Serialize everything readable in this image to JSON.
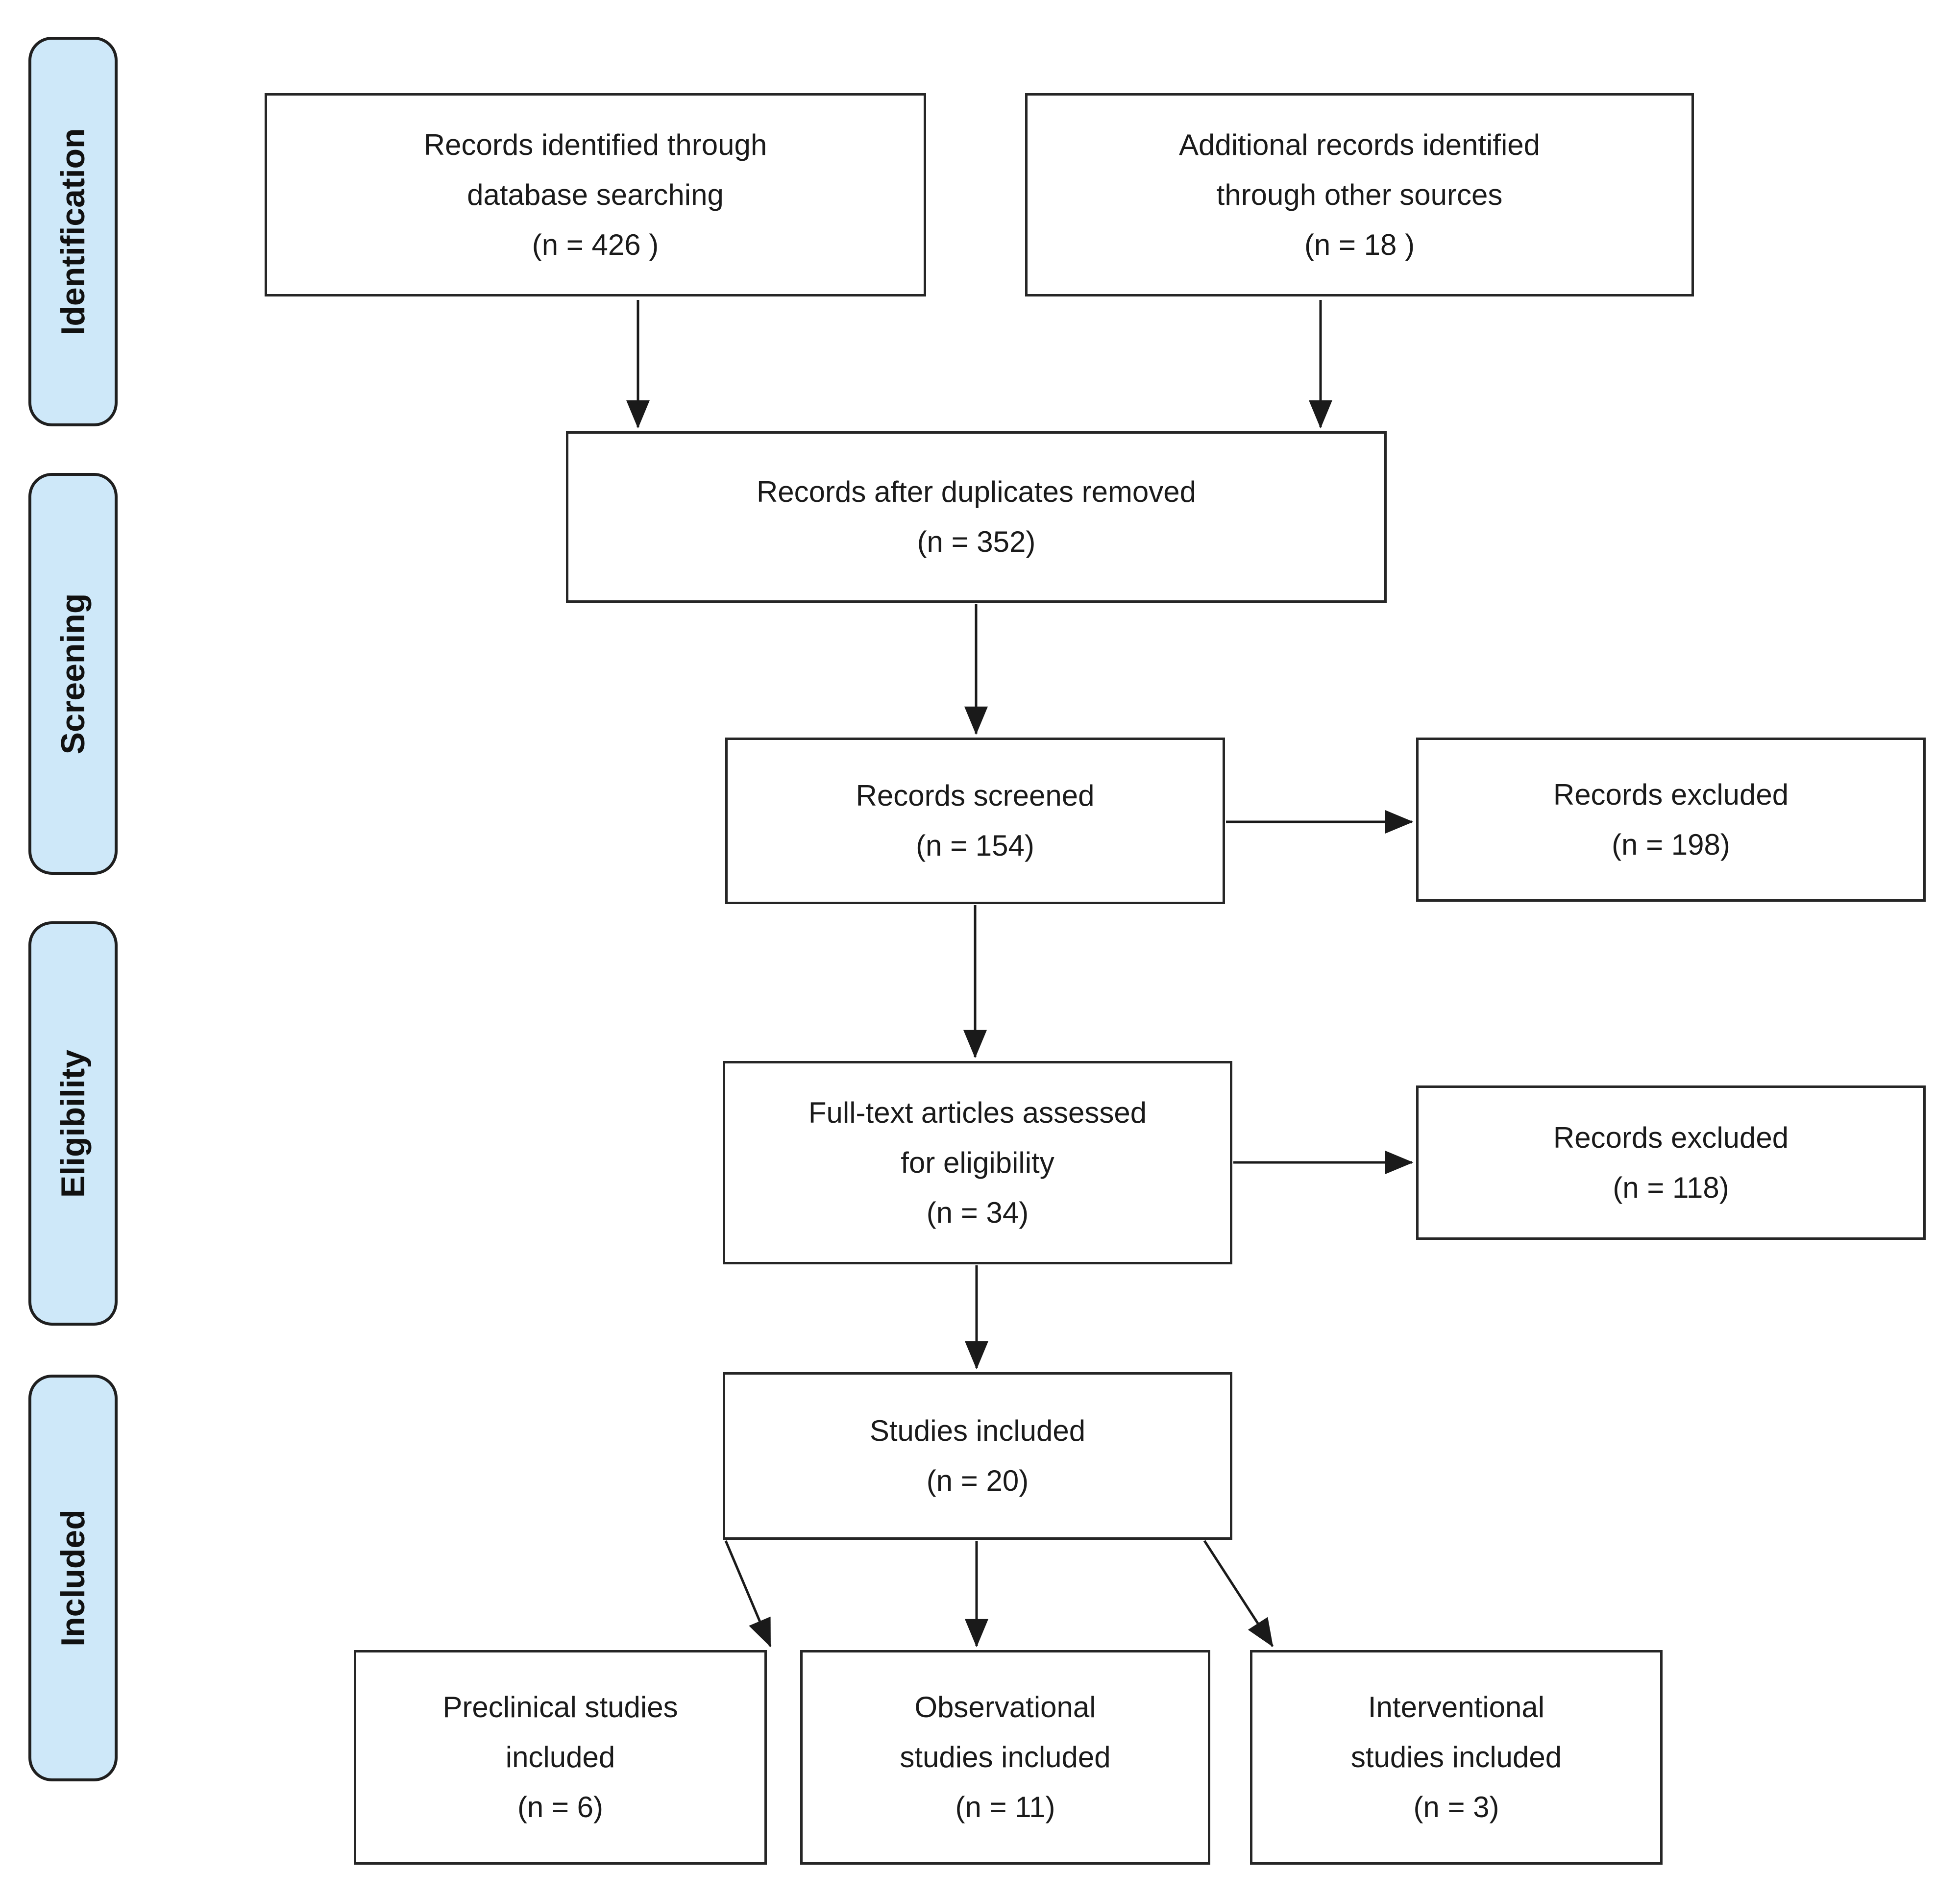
{
  "figure": {
    "type": "prisma-flow-diagram",
    "stages": [
      {
        "id": "identification",
        "label": "Identification"
      },
      {
        "id": "screening",
        "label": "Screening"
      },
      {
        "id": "eligibility",
        "label": "Eligibility"
      },
      {
        "id": "included",
        "label": "Included"
      }
    ],
    "boxes": [
      {
        "id": "records-db",
        "n": 426,
        "lines": [
          "Records identified through",
          "database searching",
          "(n = 426 )"
        ]
      },
      {
        "id": "records-other",
        "n": 18,
        "lines": [
          "Additional records identified",
          "through other sources",
          "(n = 18 )"
        ]
      },
      {
        "id": "duplicates-removed",
        "n": 352,
        "lines": [
          "Records after duplicates removed",
          "(n = 352)"
        ]
      },
      {
        "id": "records-screened",
        "n": 154,
        "lines": [
          "Records screened",
          "(n = 154)"
        ]
      },
      {
        "id": "records-excluded-screening",
        "n": 198,
        "lines": [
          "Records excluded",
          "(n = 198)"
        ]
      },
      {
        "id": "fulltext-assessed",
        "n": 34,
        "lines": [
          "Full-text articles assessed",
          "for eligibility",
          "(n = 34)"
        ]
      },
      {
        "id": "records-excluded-fulltext",
        "n": 118,
        "lines": [
          "Records excluded",
          "(n = 118)"
        ]
      },
      {
        "id": "studies-included",
        "n": 20,
        "lines": [
          "Studies included",
          "(n = 20)"
        ]
      },
      {
        "id": "preclinical-included",
        "n": 6,
        "lines": [
          "Preclinical studies",
          "included",
          "(n = 6)"
        ]
      },
      {
        "id": "observational-included",
        "n": 11,
        "lines": [
          "Observational",
          "studies included",
          "(n = 11)"
        ]
      },
      {
        "id": "interventional-included",
        "n": 3,
        "lines": [
          "Interventional",
          "studies included",
          "(n = 3)"
        ]
      }
    ],
    "colors": {
      "stage_fill": "#cee8f9",
      "stage_border": "#1f1f1f",
      "box_border": "#262626",
      "arrow": "#1a1a1a",
      "text": "#1a1a1a"
    }
  }
}
